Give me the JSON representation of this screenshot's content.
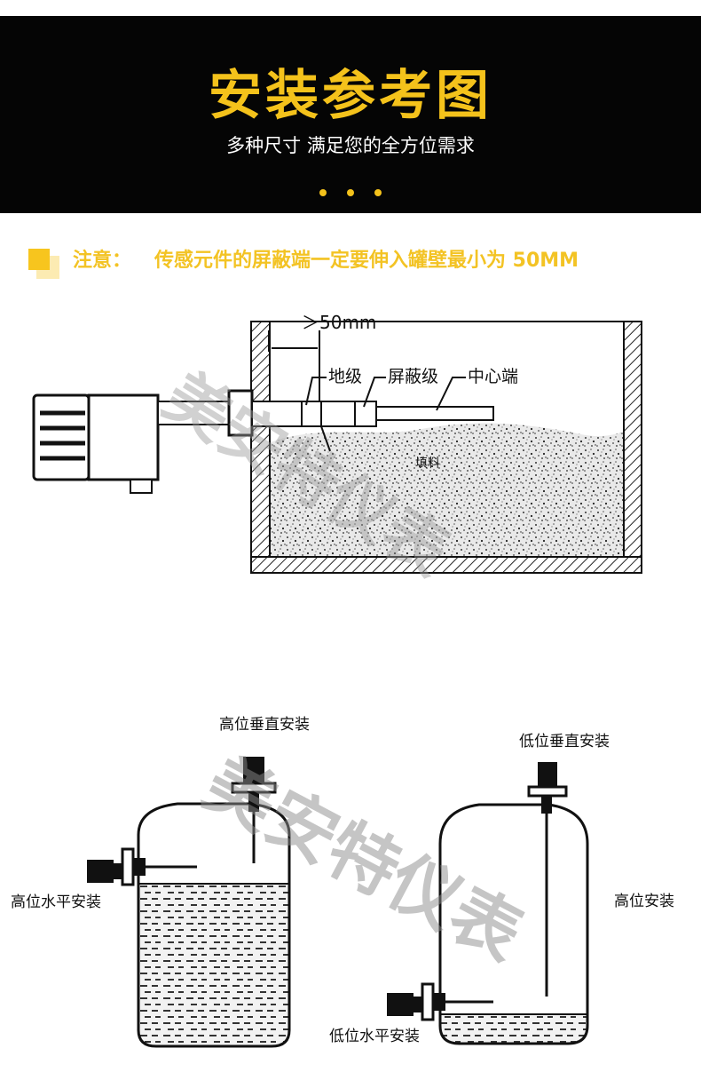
{
  "header": {
    "title": "安装参考图",
    "subtitle": "多种尺寸 满足您的全方位需求"
  },
  "notice": {
    "label": "注意：",
    "text": "传感元件的屏蔽端一定要伸入罐壁最小为 50MM"
  },
  "diagram1": {
    "dimension_label": "＞50mm",
    "label_ground": "地级",
    "label_shield": "屏蔽级",
    "label_center": "中心端",
    "label_material": "填料"
  },
  "diagram2": {
    "label_high_vertical": "高位垂直安装",
    "label_high_horizontal": "高位水平安装",
    "label_low_vertical": "低位垂直安装",
    "label_high_install": "高位安装",
    "label_low_horizontal": "低位水平安装"
  },
  "watermark": {
    "text": "美安特仪表"
  },
  "colors": {
    "accent": "#f4c21b",
    "header_bg": "#050505"
  }
}
